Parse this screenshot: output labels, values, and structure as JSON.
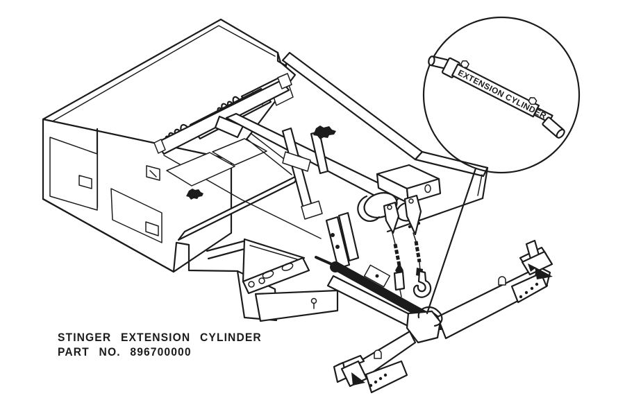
{
  "figure": {
    "type": "technical-parts-diagram",
    "callout": {
      "label": "EXTENSION CYLINDER"
    },
    "caption": {
      "line1": "STINGER EXTENSION CYLINDER",
      "line2": "PART NO. 896700000"
    },
    "colors": {
      "ink": "#1b1b1b",
      "paper": "#ffffff"
    }
  }
}
